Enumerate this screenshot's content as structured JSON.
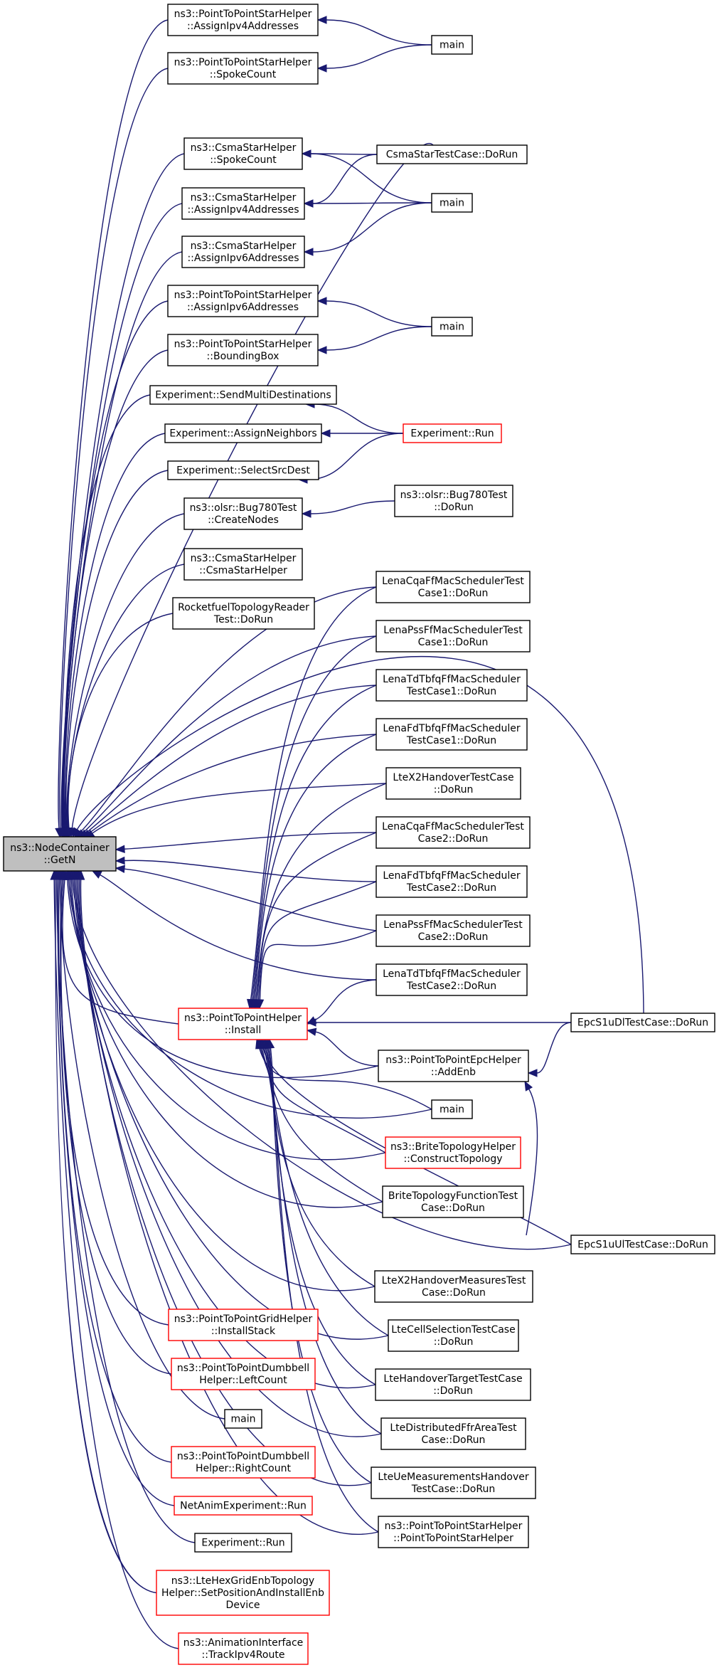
{
  "graph": {
    "title": "",
    "colors": {
      "edge": "#191970",
      "node_border": "#000000",
      "incomplete_border": "#ff0000",
      "root_fill": "#bfbfbf"
    },
    "nodes": [
      {
        "id": "getn",
        "lines": [
          "ns3::NodeContainer",
          "::GetN"
        ],
        "style": "root"
      },
      {
        "id": "p2pstar_ipv4",
        "lines": [
          "ns3::PointToPointStarHelper",
          "::AssignIpv4Addresses"
        ],
        "style": "normal"
      },
      {
        "id": "p2pstar_spoke",
        "lines": [
          "ns3::PointToPointStarHelper",
          "::SpokeCount"
        ],
        "style": "normal"
      },
      {
        "id": "csma_spoke",
        "lines": [
          "ns3::CsmaStarHelper",
          "::SpokeCount"
        ],
        "style": "normal"
      },
      {
        "id": "csma_ipv4",
        "lines": [
          "ns3::CsmaStarHelper",
          "::AssignIpv4Addresses"
        ],
        "style": "normal"
      },
      {
        "id": "csma_ipv6",
        "lines": [
          "ns3::CsmaStarHelper",
          "::AssignIpv6Addresses"
        ],
        "style": "normal"
      },
      {
        "id": "p2pstar_ipv6",
        "lines": [
          "ns3::PointToPointStarHelper",
          "::AssignIpv6Addresses"
        ],
        "style": "normal"
      },
      {
        "id": "p2pstar_bbox",
        "lines": [
          "ns3::PointToPointStarHelper",
          "::BoundingBox"
        ],
        "style": "normal"
      },
      {
        "id": "exp_sendmulti",
        "lines": [
          "Experiment::SendMultiDestinations"
        ],
        "style": "normal"
      },
      {
        "id": "exp_assign",
        "lines": [
          "Experiment::AssignNeighbors"
        ],
        "style": "normal"
      },
      {
        "id": "exp_select",
        "lines": [
          "Experiment::SelectSrcDest"
        ],
        "style": "normal"
      },
      {
        "id": "bug780_create",
        "lines": [
          "ns3::olsr::Bug780Test",
          "::CreateNodes"
        ],
        "style": "normal"
      },
      {
        "id": "csma_ctor",
        "lines": [
          "ns3::CsmaStarHelper",
          "::CsmaStarHelper"
        ],
        "style": "normal"
      },
      {
        "id": "rocketfuel",
        "lines": [
          "RocketfuelTopologyReader",
          "Test::DoRun"
        ],
        "style": "normal"
      },
      {
        "id": "p2p_install",
        "lines": [
          "ns3::PointToPointHelper",
          "::Install"
        ],
        "style": "red"
      },
      {
        "id": "grid_stack",
        "lines": [
          "ns3::PointToPointGridHelper",
          "::InstallStack"
        ],
        "style": "red"
      },
      {
        "id": "dumbbell_left",
        "lines": [
          "ns3::PointToPointDumbbell",
          "Helper::LeftCount"
        ],
        "style": "red"
      },
      {
        "id": "main_low",
        "lines": [
          "main"
        ],
        "style": "normal"
      },
      {
        "id": "dumbbell_right",
        "lines": [
          "ns3::PointToPointDumbbell",
          "Helper::RightCount"
        ],
        "style": "red"
      },
      {
        "id": "netanim_run",
        "lines": [
          "NetAnimExperiment::Run"
        ],
        "style": "red"
      },
      {
        "id": "exp_run_low",
        "lines": [
          "Experiment::Run"
        ],
        "style": "normal"
      },
      {
        "id": "hexgrid",
        "lines": [
          "ns3::LteHexGridEnbTopology",
          "Helper::SetPositionAndInstallEnb",
          "Device"
        ],
        "style": "red"
      },
      {
        "id": "anim_track",
        "lines": [
          "ns3::AnimationInterface",
          "::TrackIpv4Route"
        ],
        "style": "red"
      },
      {
        "id": "main1",
        "lines": [
          "main"
        ],
        "style": "normal"
      },
      {
        "id": "csma_test",
        "lines": [
          "CsmaStarTestCase::DoRun"
        ],
        "style": "normal"
      },
      {
        "id": "main2",
        "lines": [
          "main"
        ],
        "style": "normal"
      },
      {
        "id": "main3",
        "lines": [
          "main"
        ],
        "style": "normal"
      },
      {
        "id": "exp_run",
        "lines": [
          "Experiment::Run"
        ],
        "style": "red"
      },
      {
        "id": "bug780_run",
        "lines": [
          "ns3::olsr::Bug780Test",
          "::DoRun"
        ],
        "style": "normal"
      },
      {
        "id": "lena_cqa1",
        "lines": [
          "LenaCqaFfMacSchedulerTest",
          "Case1::DoRun"
        ],
        "style": "normal"
      },
      {
        "id": "lena_pss1",
        "lines": [
          "LenaPssFfMacSchedulerTest",
          "Case1::DoRun"
        ],
        "style": "normal"
      },
      {
        "id": "lena_tdtbfq1",
        "lines": [
          "LenaTdTbfqFfMacScheduler",
          "TestCase1::DoRun"
        ],
        "style": "normal"
      },
      {
        "id": "lena_fdtbfq1",
        "lines": [
          "LenaFdTbfqFfMacScheduler",
          "TestCase1::DoRun"
        ],
        "style": "normal"
      },
      {
        "id": "x2handover",
        "lines": [
          "LteX2HandoverTestCase",
          "::DoRun"
        ],
        "style": "normal"
      },
      {
        "id": "lena_cqa2",
        "lines": [
          "LenaCqaFfMacSchedulerTest",
          "Case2::DoRun"
        ],
        "style": "normal"
      },
      {
        "id": "lena_fdtbfq2",
        "lines": [
          "LenaFdTbfqFfMacScheduler",
          "TestCase2::DoRun"
        ],
        "style": "normal"
      },
      {
        "id": "lena_pss2",
        "lines": [
          "LenaPssFfMacSchedulerTest",
          "Case2::DoRun"
        ],
        "style": "normal"
      },
      {
        "id": "lena_tdtbfq2",
        "lines": [
          "LenaTdTbfqFfMacScheduler",
          "TestCase2::DoRun"
        ],
        "style": "normal"
      },
      {
        "id": "epc_addenb",
        "lines": [
          "ns3::PointToPointEpcHelper",
          "::AddEnb"
        ],
        "style": "normal"
      },
      {
        "id": "main4",
        "lines": [
          "main"
        ],
        "style": "normal"
      },
      {
        "id": "brite_construct",
        "lines": [
          "ns3::BriteTopologyHelper",
          "::ConstructTopology"
        ],
        "style": "red"
      },
      {
        "id": "brite_test",
        "lines": [
          "BriteTopologyFunctionTest",
          "Case::DoRun"
        ],
        "style": "normal"
      },
      {
        "id": "x2measures",
        "lines": [
          "LteX2HandoverMeasuresTest",
          "Case::DoRun"
        ],
        "style": "normal"
      },
      {
        "id": "cellsel",
        "lines": [
          "LteCellSelectionTestCase",
          "::DoRun"
        ],
        "style": "normal"
      },
      {
        "id": "handover_target",
        "lines": [
          "LteHandoverTargetTestCase",
          "::DoRun"
        ],
        "style": "normal"
      },
      {
        "id": "distffr",
        "lines": [
          "LteDistributedFfrAreaTest",
          "Case::DoRun"
        ],
        "style": "normal"
      },
      {
        "id": "uemeas",
        "lines": [
          "LteUeMeasurementsHandover",
          "TestCase::DoRun"
        ],
        "style": "normal"
      },
      {
        "id": "p2pstar_ctor",
        "lines": [
          "ns3::PointToPointStarHelper",
          "::PointToPointStarHelper"
        ],
        "style": "normal"
      },
      {
        "id": "epc_dl",
        "lines": [
          "EpcS1uDlTestCase::DoRun"
        ],
        "style": "normal"
      },
      {
        "id": "epc_ul",
        "lines": [
          "EpcS1uUlTestCase::DoRun"
        ],
        "style": "normal"
      }
    ]
  }
}
